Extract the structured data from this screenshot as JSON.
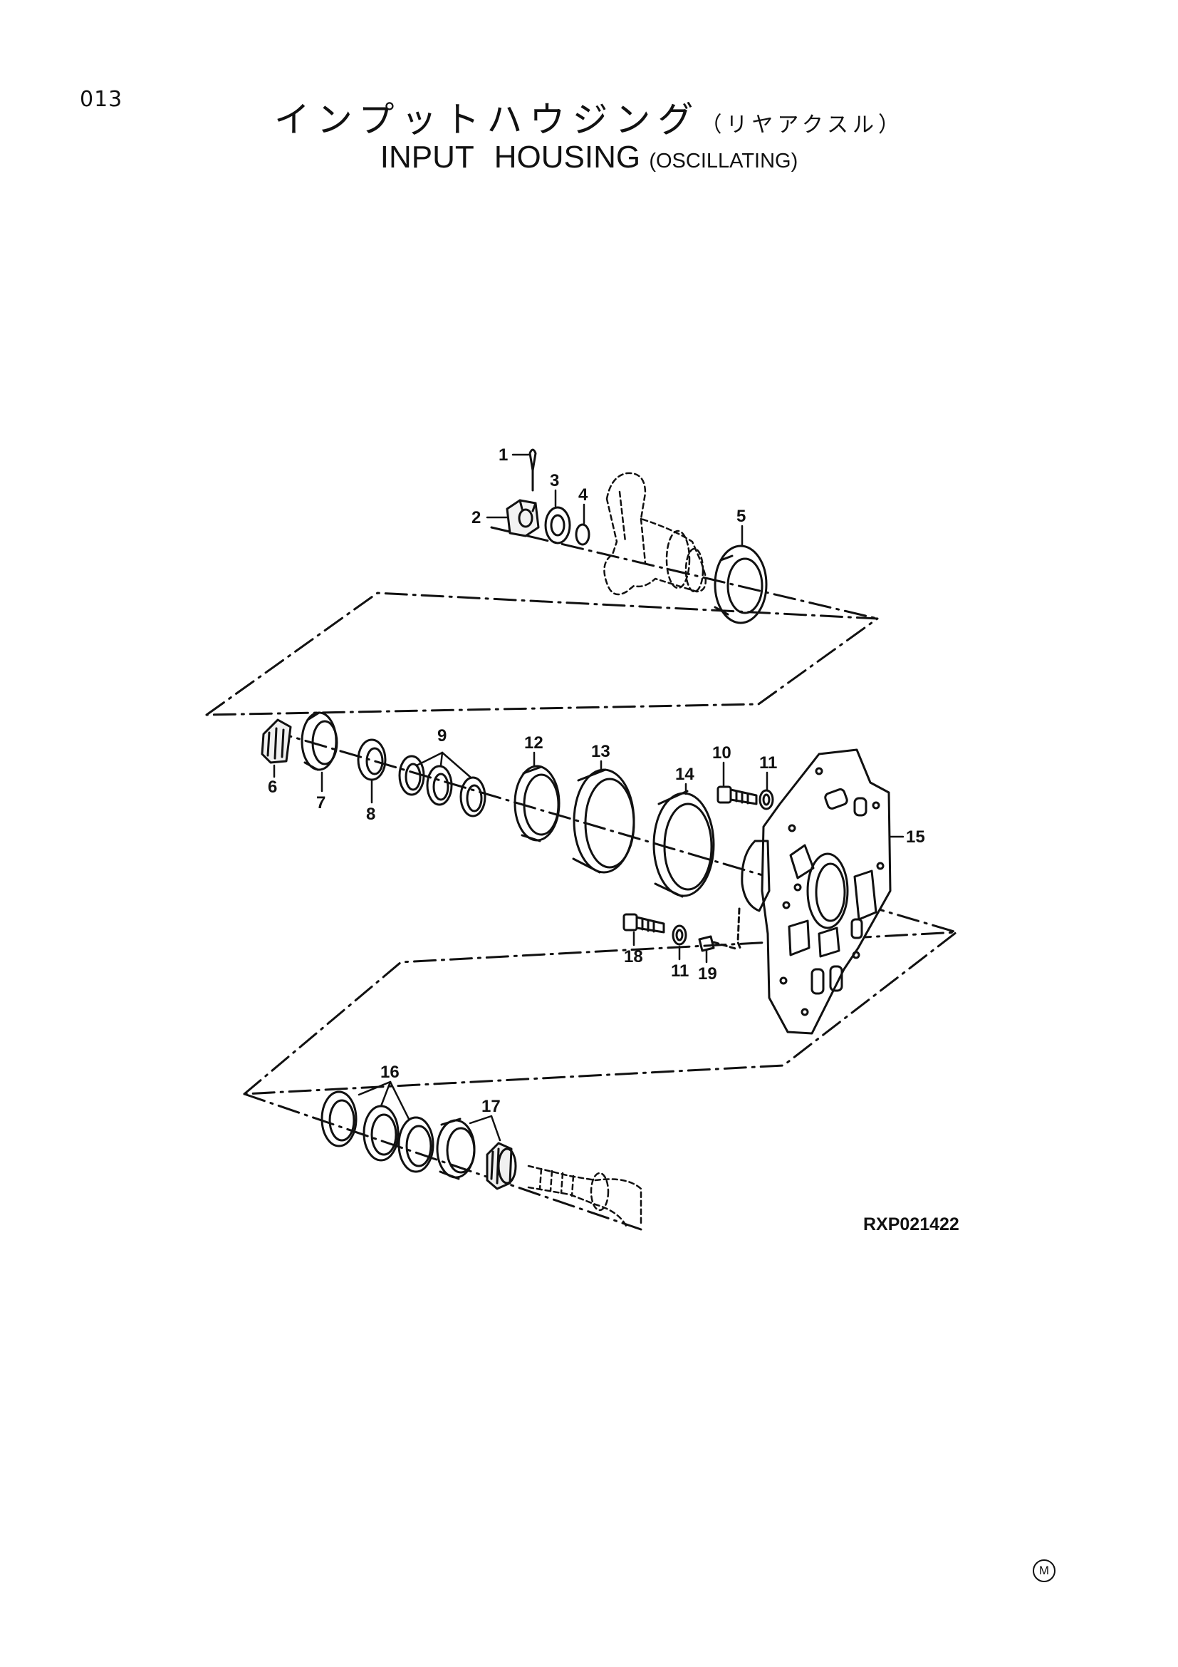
{
  "page_number": "013",
  "title_jp": "インプットハウジング",
  "title_jp_sub": "（リヤアクスル）",
  "title_en_main": "INPUT",
  "title_en_second": "HOUSING",
  "title_en_sub": "(OSCILLATING)",
  "drawing_code": "RXP021422",
  "corner_mark": "M",
  "callouts": {
    "c1": "1",
    "c2": "2",
    "c3": "3",
    "c4": "4",
    "c5": "5",
    "c6": "6",
    "c7": "7",
    "c8": "8",
    "c9": "9",
    "c10": "10",
    "c11a": "11",
    "c11b": "11",
    "c12": "12",
    "c13": "13",
    "c14": "14",
    "c15": "15",
    "c16": "16",
    "c17": "17",
    "c18": "18",
    "c19": "19"
  }
}
